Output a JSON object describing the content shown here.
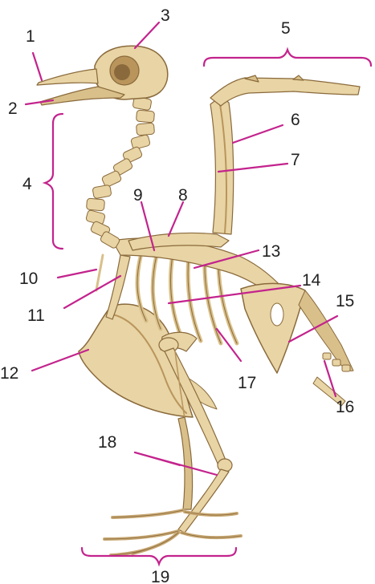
{
  "colors": {
    "bone": "#e8d4a4",
    "bone_light": "#f3e6c3",
    "bone_shadow": "#b9955c",
    "bone_outline": "#8a6a3c",
    "leader": "#c3238d",
    "label_text": "#222222",
    "background": "#ffffff"
  },
  "labels": [
    {
      "id": "1",
      "text": "1"
    },
    {
      "id": "2",
      "text": "2"
    },
    {
      "id": "3",
      "text": "3"
    },
    {
      "id": "4",
      "text": "4"
    },
    {
      "id": "5",
      "text": "5"
    },
    {
      "id": "6",
      "text": "6"
    },
    {
      "id": "7",
      "text": "7"
    },
    {
      "id": "8",
      "text": "8"
    },
    {
      "id": "9",
      "text": "9"
    },
    {
      "id": "10",
      "text": "10"
    },
    {
      "id": "11",
      "text": "11"
    },
    {
      "id": "12",
      "text": "12"
    },
    {
      "id": "13",
      "text": "13"
    },
    {
      "id": "14",
      "text": "14"
    },
    {
      "id": "15",
      "text": "15"
    },
    {
      "id": "16",
      "text": "16"
    },
    {
      "id": "17",
      "text": "17"
    },
    {
      "id": "18",
      "text": "18"
    },
    {
      "id": "19",
      "text": "19"
    }
  ]
}
